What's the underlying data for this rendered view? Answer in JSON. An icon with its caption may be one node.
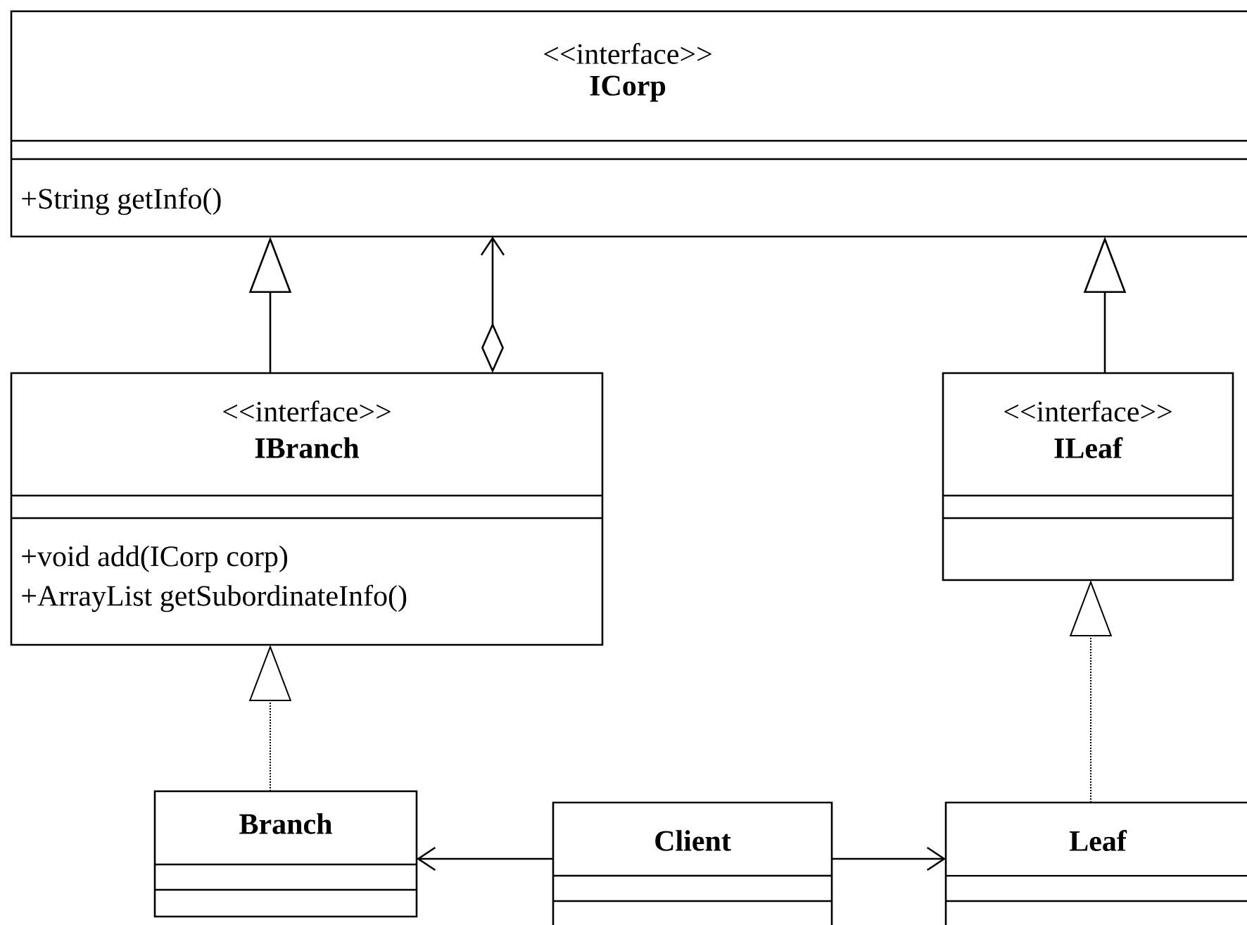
{
  "diagram": {
    "nodes": [
      {
        "text": [
          "<<interface>>",
          "ICorp",
          "+String getInfo()"
        ]
      },
      {
        "text": [
          "<<interface>>",
          "IBranch",
          "+void add(ICorp corp)",
          "+ArrayList getSubordinateInfo()"
        ]
      },
      {
        "text": [
          "<<interface>>",
          "ILeaf"
        ]
      },
      {
        "text": [
          "Branch"
        ]
      },
      {
        "text": [
          "Client"
        ]
      },
      {
        "text": [
          "Leaf"
        ]
      }
    ],
    "edges": [
      {
        "from": 1,
        "to": 0,
        "arrow": "to"
      },
      {
        "from": 1,
        "to": 0,
        "arrow": "to"
      },
      {
        "from": 2,
        "to": 0,
        "arrow": "to"
      },
      {
        "from": 3,
        "to": 1,
        "arrow": "to",
        "style": "dashed"
      },
      {
        "from": 5,
        "to": 2,
        "arrow": "to",
        "style": "dashed"
      },
      {
        "from": 4,
        "to": 3,
        "arrow": "to"
      },
      {
        "from": 4,
        "to": 5,
        "arrow": "to"
      }
    ]
  }
}
